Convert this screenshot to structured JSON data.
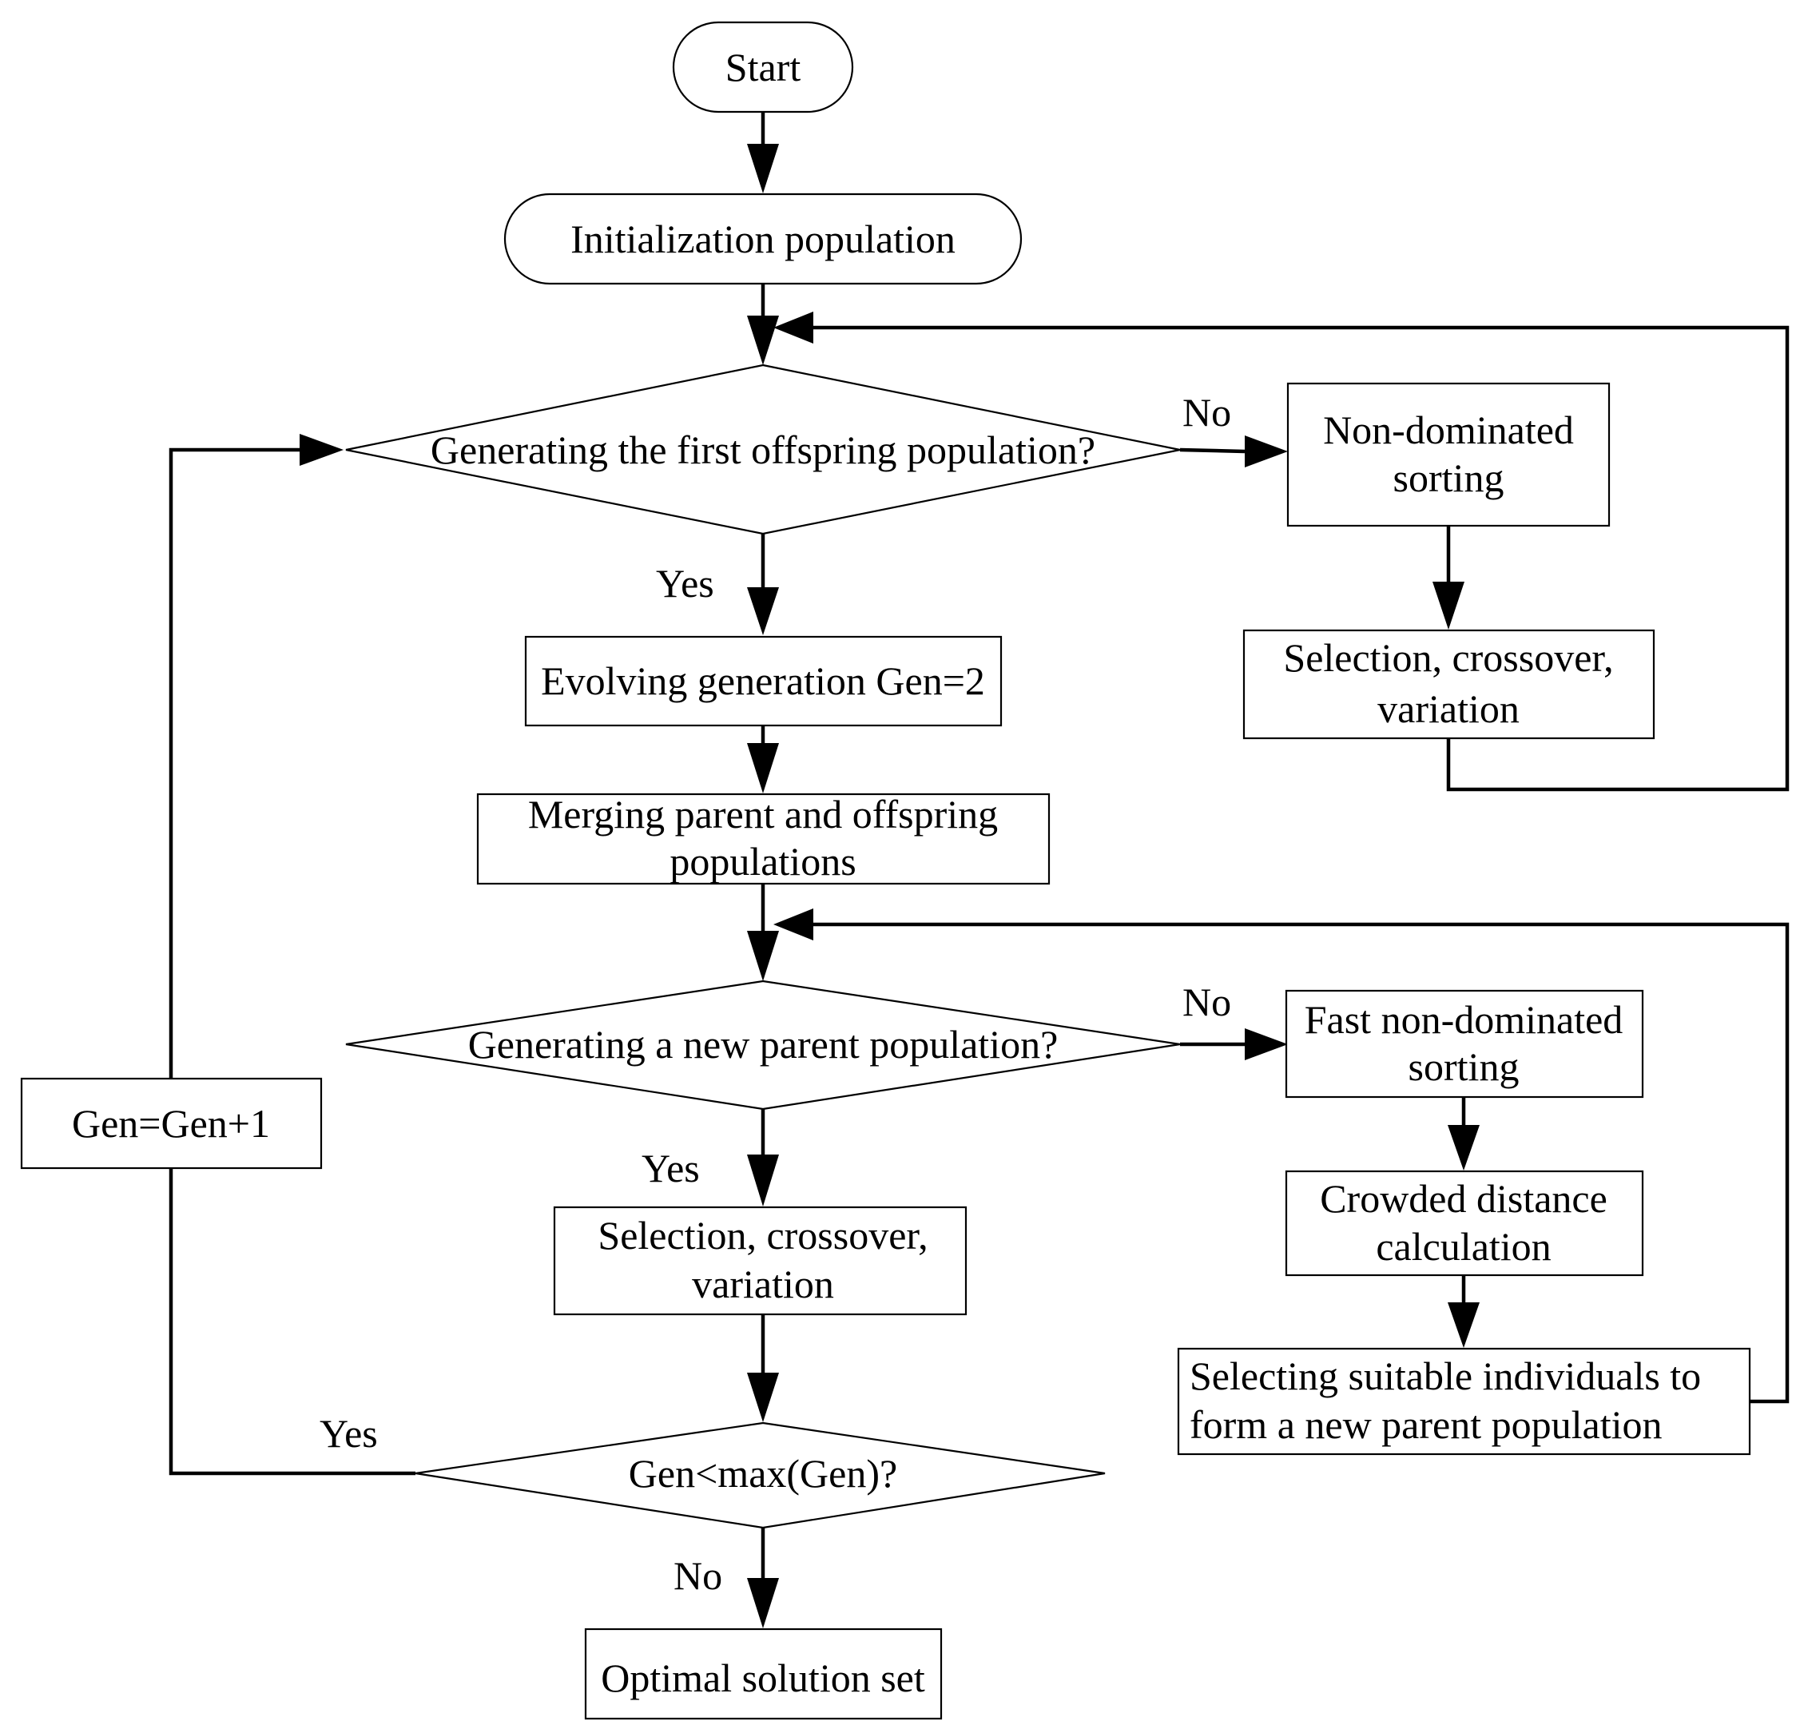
{
  "nodes": {
    "start": "Start",
    "init": "Initialization population",
    "decision_first_offspring": "Generating the first offspring population?",
    "non_dominated_sorting": [
      "Non-dominated",
      "sorting"
    ],
    "selection_top": [
      "Selection, crossover,",
      "variation"
    ],
    "evolving_generation": "Evolving generation Gen=2",
    "merging": [
      "Merging parent and offspring",
      "populations"
    ],
    "decision_new_parent": "Generating a new parent population?",
    "fast_non_dominated_sorting": [
      "Fast non-dominated",
      "sorting"
    ],
    "crowded_distance": [
      "Crowded distance",
      "calculation"
    ],
    "selecting_suitable": [
      "Selecting suitable individuals to",
      "form a new parent population"
    ],
    "selection_mid": [
      "Selection, crossover,",
      "variation"
    ],
    "gen_increment": "Gen=Gen+1",
    "decision_max_gen": "Gen<max(Gen)?",
    "optimal": "Optimal solution set"
  },
  "edge_labels": {
    "first_no": "No",
    "first_yes": "Yes",
    "new_parent_no": "No",
    "new_parent_yes": "Yes",
    "max_gen_yes": "Yes",
    "max_gen_no": "No"
  }
}
